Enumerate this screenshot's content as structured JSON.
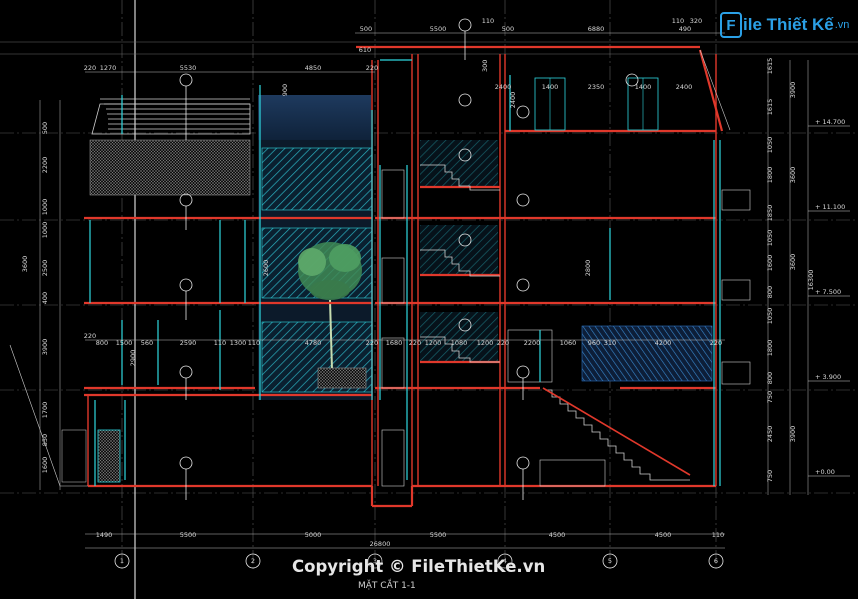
{
  "drawing_title": "MẶT CẮT 1-1",
  "watermark": "Copyright © FileThietKe.vn",
  "logo": {
    "letter": "F",
    "brand": "ile Thiết Kế",
    "suffix": ".vn"
  },
  "colors": {
    "background": "#000000",
    "wall": "#e0382b",
    "column": "#2fd8e0",
    "grid": "#8a8a8a",
    "hatch": "#27b7c8",
    "text": "#d8d8d8"
  },
  "grid_axes": [
    "1",
    "2",
    "3",
    "4",
    "5",
    "6"
  ],
  "top_dims": [
    "220",
    "1270",
    "5530",
    "4850",
    "220",
    "500",
    "5500",
    "110",
    "500",
    "6880",
    "110",
    "320",
    "490",
    "610",
    "300",
    "2400",
    "1400",
    "2350",
    "1400",
    "2400"
  ],
  "bottom_dims": [
    "1490",
    "5500",
    "5000",
    "5500",
    "4500",
    "4500",
    "110"
  ],
  "total_dim": "26800",
  "mid_dims": [
    "220",
    "800",
    "1500",
    "560",
    "2590",
    "110",
    "1300",
    "110",
    "4780",
    "220",
    "1680",
    "220",
    "1200",
    "1080",
    "1200",
    "220",
    "2200",
    "1060",
    "960",
    "310",
    "4200",
    "220"
  ],
  "left_dims": [
    "500",
    "2200",
    "1000",
    "1000",
    "2500",
    "400",
    "3900",
    "1700",
    "850",
    "1600",
    "3600"
  ],
  "right_dims": [
    "1615",
    "3900",
    "1615",
    "1050",
    "1800",
    "3600",
    "1850",
    "1050",
    "1600",
    "800",
    "1050",
    "3600",
    "1800",
    "800",
    "750",
    "2450",
    "3900",
    "750",
    "16300"
  ],
  "elevations": [
    "+ 14.700",
    "+ 11.100",
    "+ 7.500",
    "+ 3.900",
    "+0.00"
  ],
  "extra_dims": [
    "2800",
    "2900",
    "2600",
    "2400",
    "900"
  ]
}
